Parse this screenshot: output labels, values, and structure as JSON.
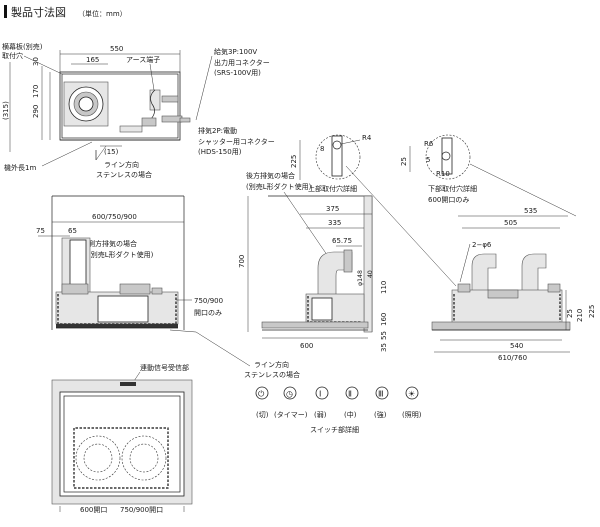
{
  "title": "製品寸法図",
  "unit_note": "（単位：mm）",
  "top_view": {
    "d550": "550",
    "d165": "165",
    "d30": "30",
    "d170": "170",
    "d290": "290",
    "d315": "(315)",
    "d15": "(15)",
    "label_mounting_plate": "横幕板(別売)",
    "label_mounting_hole": "取付穴",
    "label_earth": "アース端子",
    "label_line_dir": "ライン方向",
    "label_stainless": "ステンレスの場合",
    "label_cable": "機外長1m",
    "power_supply": "給気3P:100V",
    "output_connector": "出力用コネクター",
    "connector_model": "(SRS-100V用)",
    "exhaust_motor": "排気2P:電動",
    "shutter_connector": "シャッター用コネクター",
    "shutter_model": "(HDS-150用)"
  },
  "front_view": {
    "d_width": "600/750/900",
    "d75": "75",
    "d65": "65",
    "label_side_exhaust": "側方排気の場合",
    "label_l_duct": "(別売L形ダクト使用)",
    "d_750_900": "750/900",
    "label_opening_only": "開口のみ",
    "label_line_dir": "ライン方向",
    "label_stainless": "ステンレスの場合"
  },
  "bottom_view": {
    "label_receiver": "連動信号受信部",
    "d600_open": "600開口",
    "d750_900_open": "750/900開口"
  },
  "side_view": {
    "label_rear_exhaust": "後方排気の場合",
    "label_l_duct": "(別売L形ダクト使用)",
    "d375": "375",
    "d335": "335",
    "d65_75": "65.75",
    "d700": "700",
    "d148": "φ148",
    "d40": "40",
    "d110": "110",
    "d160": "160",
    "d600": "600",
    "d55": "55",
    "d35": "35"
  },
  "rear_view": {
    "d535": "535",
    "d505": "505",
    "d2phi6": "2−φ6",
    "d25": "25",
    "d210": "210",
    "d225": "225",
    "d540": "540",
    "d610_760": "610/760"
  },
  "upper_hole": {
    "d225": "225",
    "d8": "8",
    "r4": "R4",
    "label": "上部取付穴詳細"
  },
  "lower_hole": {
    "d25": "25",
    "d5": "5",
    "r6": "R6",
    "r10": "R10",
    "label": "下部取付穴詳細",
    "label_opening": "600開口のみ"
  },
  "switch_panel": {
    "title": "スイッチ部詳細",
    "buttons": [
      {
        "glyph": "⏻",
        "label": "(切)"
      },
      {
        "glyph": "◷",
        "label": "(タイマー)"
      },
      {
        "glyph": "Ⅰ",
        "label": "(弱)"
      },
      {
        "glyph": "Ⅱ",
        "label": "(中)"
      },
      {
        "glyph": "Ⅲ",
        "label": "(強)"
      },
      {
        "glyph": "☀",
        "label": "(照明)"
      }
    ]
  }
}
